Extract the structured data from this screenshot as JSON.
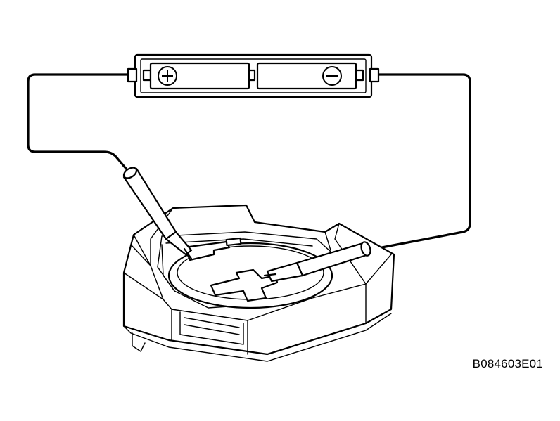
{
  "diagram": {
    "reference_code": "B084603E01",
    "battery": {
      "positive_symbol": "plus-symbol",
      "negative_symbol": "minus-symbol"
    },
    "colors": {
      "line": "#000000",
      "background": "#ffffff"
    }
  }
}
